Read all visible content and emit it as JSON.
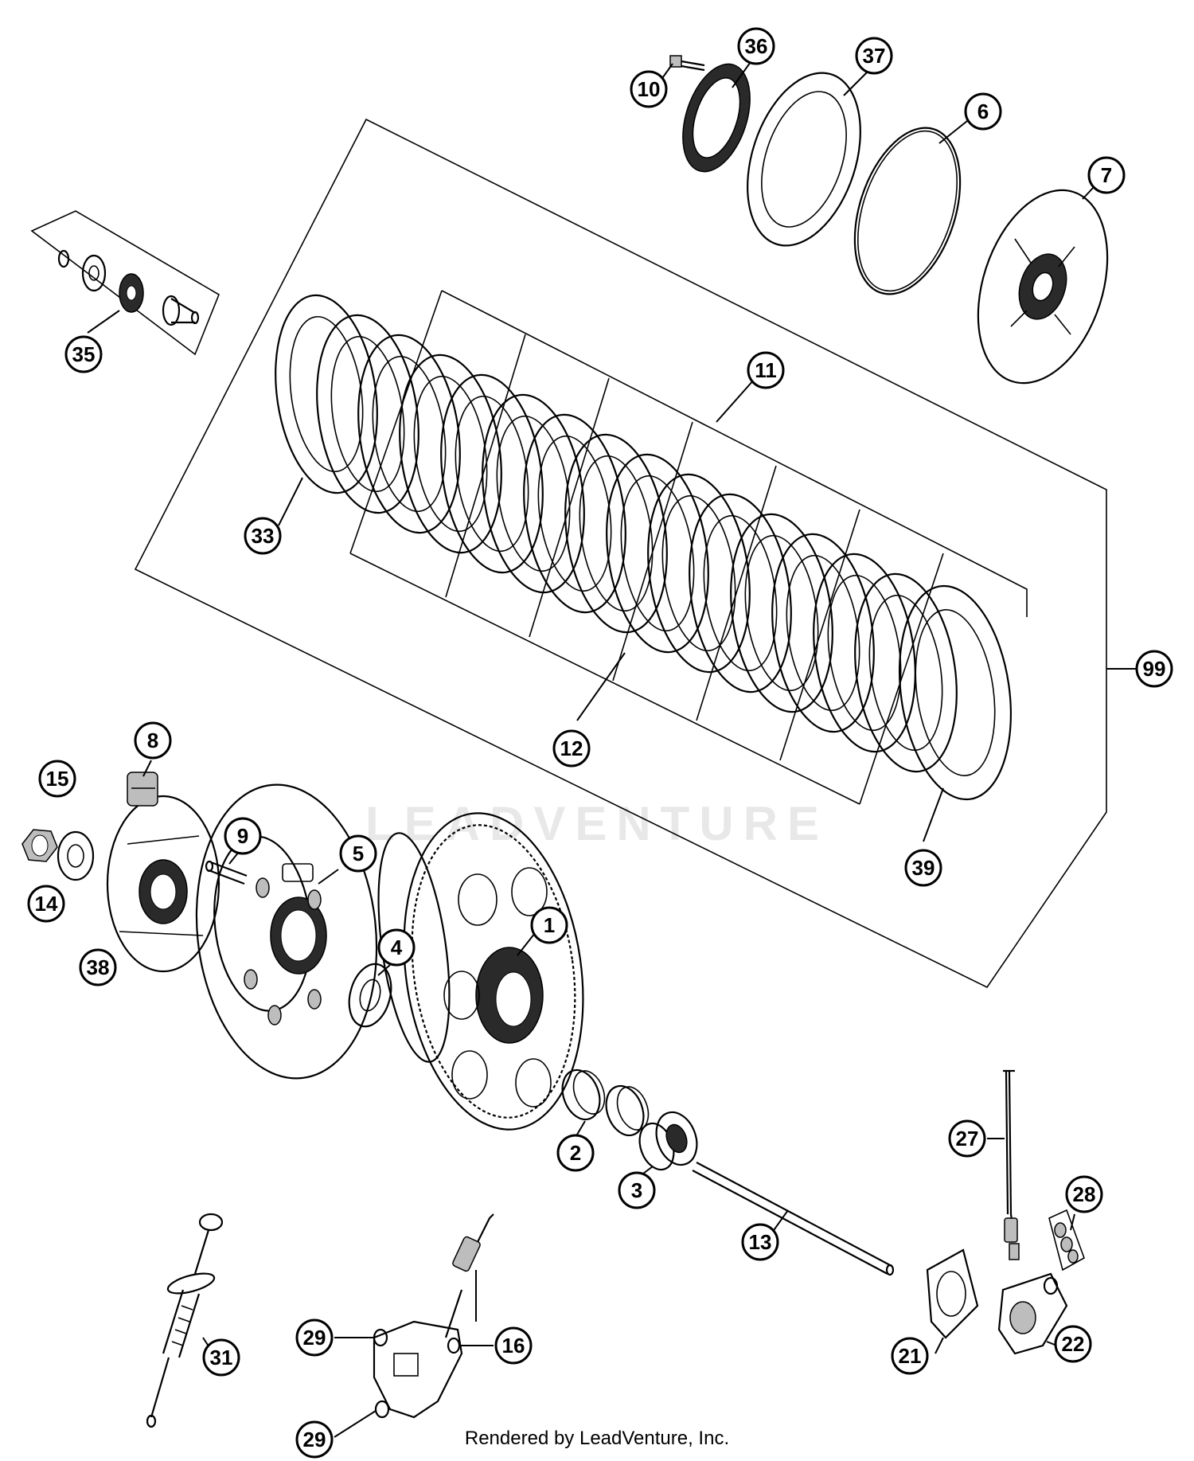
{
  "watermark": "LEADVENTURE",
  "footer": "Rendered by LeadVenture, Inc.",
  "callouts": {
    "c10": "10",
    "c36": "36",
    "c37": "37",
    "c6": "6",
    "c7": "7",
    "c35": "35",
    "c11": "11",
    "c33": "33",
    "c12": "12",
    "c99": "99",
    "c39": "39",
    "c8": "8",
    "c15": "15",
    "c9": "9",
    "c5": "5",
    "c14": "14",
    "c38": "38",
    "c4": "4",
    "c1": "1",
    "c2": "2",
    "c3": "3",
    "c27": "27",
    "c28": "28",
    "c13": "13",
    "c31": "31",
    "c29a": "29",
    "c16": "16",
    "c29b": "29",
    "c21": "21",
    "c22": "22"
  }
}
